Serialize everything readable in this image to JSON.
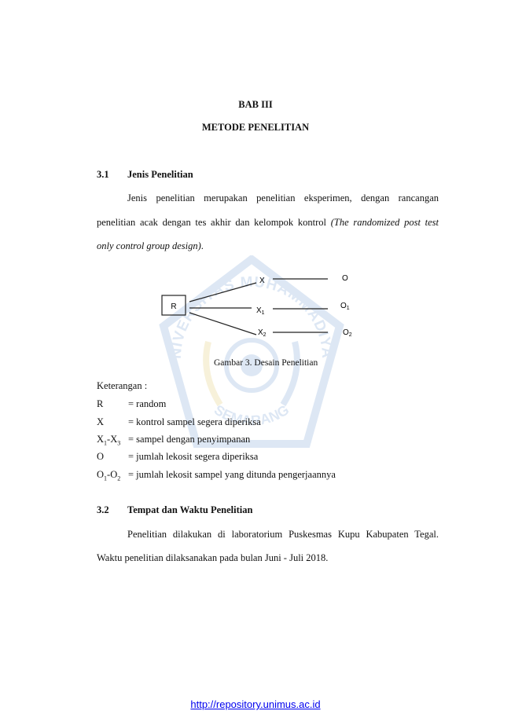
{
  "chapter": {
    "number": "BAB III",
    "title": "METODE PENELITIAN"
  },
  "section_31": {
    "number": "3.1",
    "heading": "Jenis Penelitian",
    "line1": "Jenis penelitian merupakan penelitian eksperimen, dengan rancangan",
    "line2": "penelitian acak dengan tes akhir dan kelompok kontrol",
    "line2_italic": "(The randomized post test",
    "line3_italic": "only control group design)",
    "line3_end": "."
  },
  "diagram": {
    "r": "R",
    "x": "X",
    "x1": "X",
    "x1_sub": "1",
    "x2": "X",
    "x2_sub": "2",
    "o": "O",
    "o1": "O",
    "o1_sub": "1",
    "o2": "O",
    "o2_sub": "2",
    "caption": "Gambar 3. Desain Penelitian"
  },
  "legend": {
    "title": "Keterangan :",
    "items": [
      {
        "sym": "R",
        "sub1": "",
        "mid": "",
        "sub2": "",
        "desc": "= random"
      },
      {
        "sym": "X",
        "sub1": "",
        "mid": "",
        "sub2": "",
        "desc": "= kontrol sampel segera diperiksa"
      },
      {
        "sym": "X",
        "sub1": "1",
        "mid": "-X",
        "sub2": "3",
        "desc": "= sampel dengan penyimpanan"
      },
      {
        "sym": "O",
        "sub1": "",
        "mid": "",
        "sub2": "",
        "desc": "= jumlah lekosit segera diperiksa"
      },
      {
        "sym": "O",
        "sub1": "1",
        "mid": "-O",
        "sub2": "2",
        "desc": "= jumlah lekosit sampel yang ditunda pengerjaannya"
      }
    ]
  },
  "section_32": {
    "number": "3.2",
    "heading": "Tempat dan Waktu Penelitian",
    "line1": "Penelitian dilakukan di laboratorium Puskesmas Kupu Kabupaten Tegal.",
    "line2": "Waktu penelitian dilaksanakan pada bulan Juni - Juli 2018."
  },
  "watermark": {
    "top_text": "UNIVERSITAS MUHAMMADIYAH",
    "bottom_text": "SEMARANG"
  },
  "footer": {
    "link": "http://repository.unimus.ac.id"
  }
}
